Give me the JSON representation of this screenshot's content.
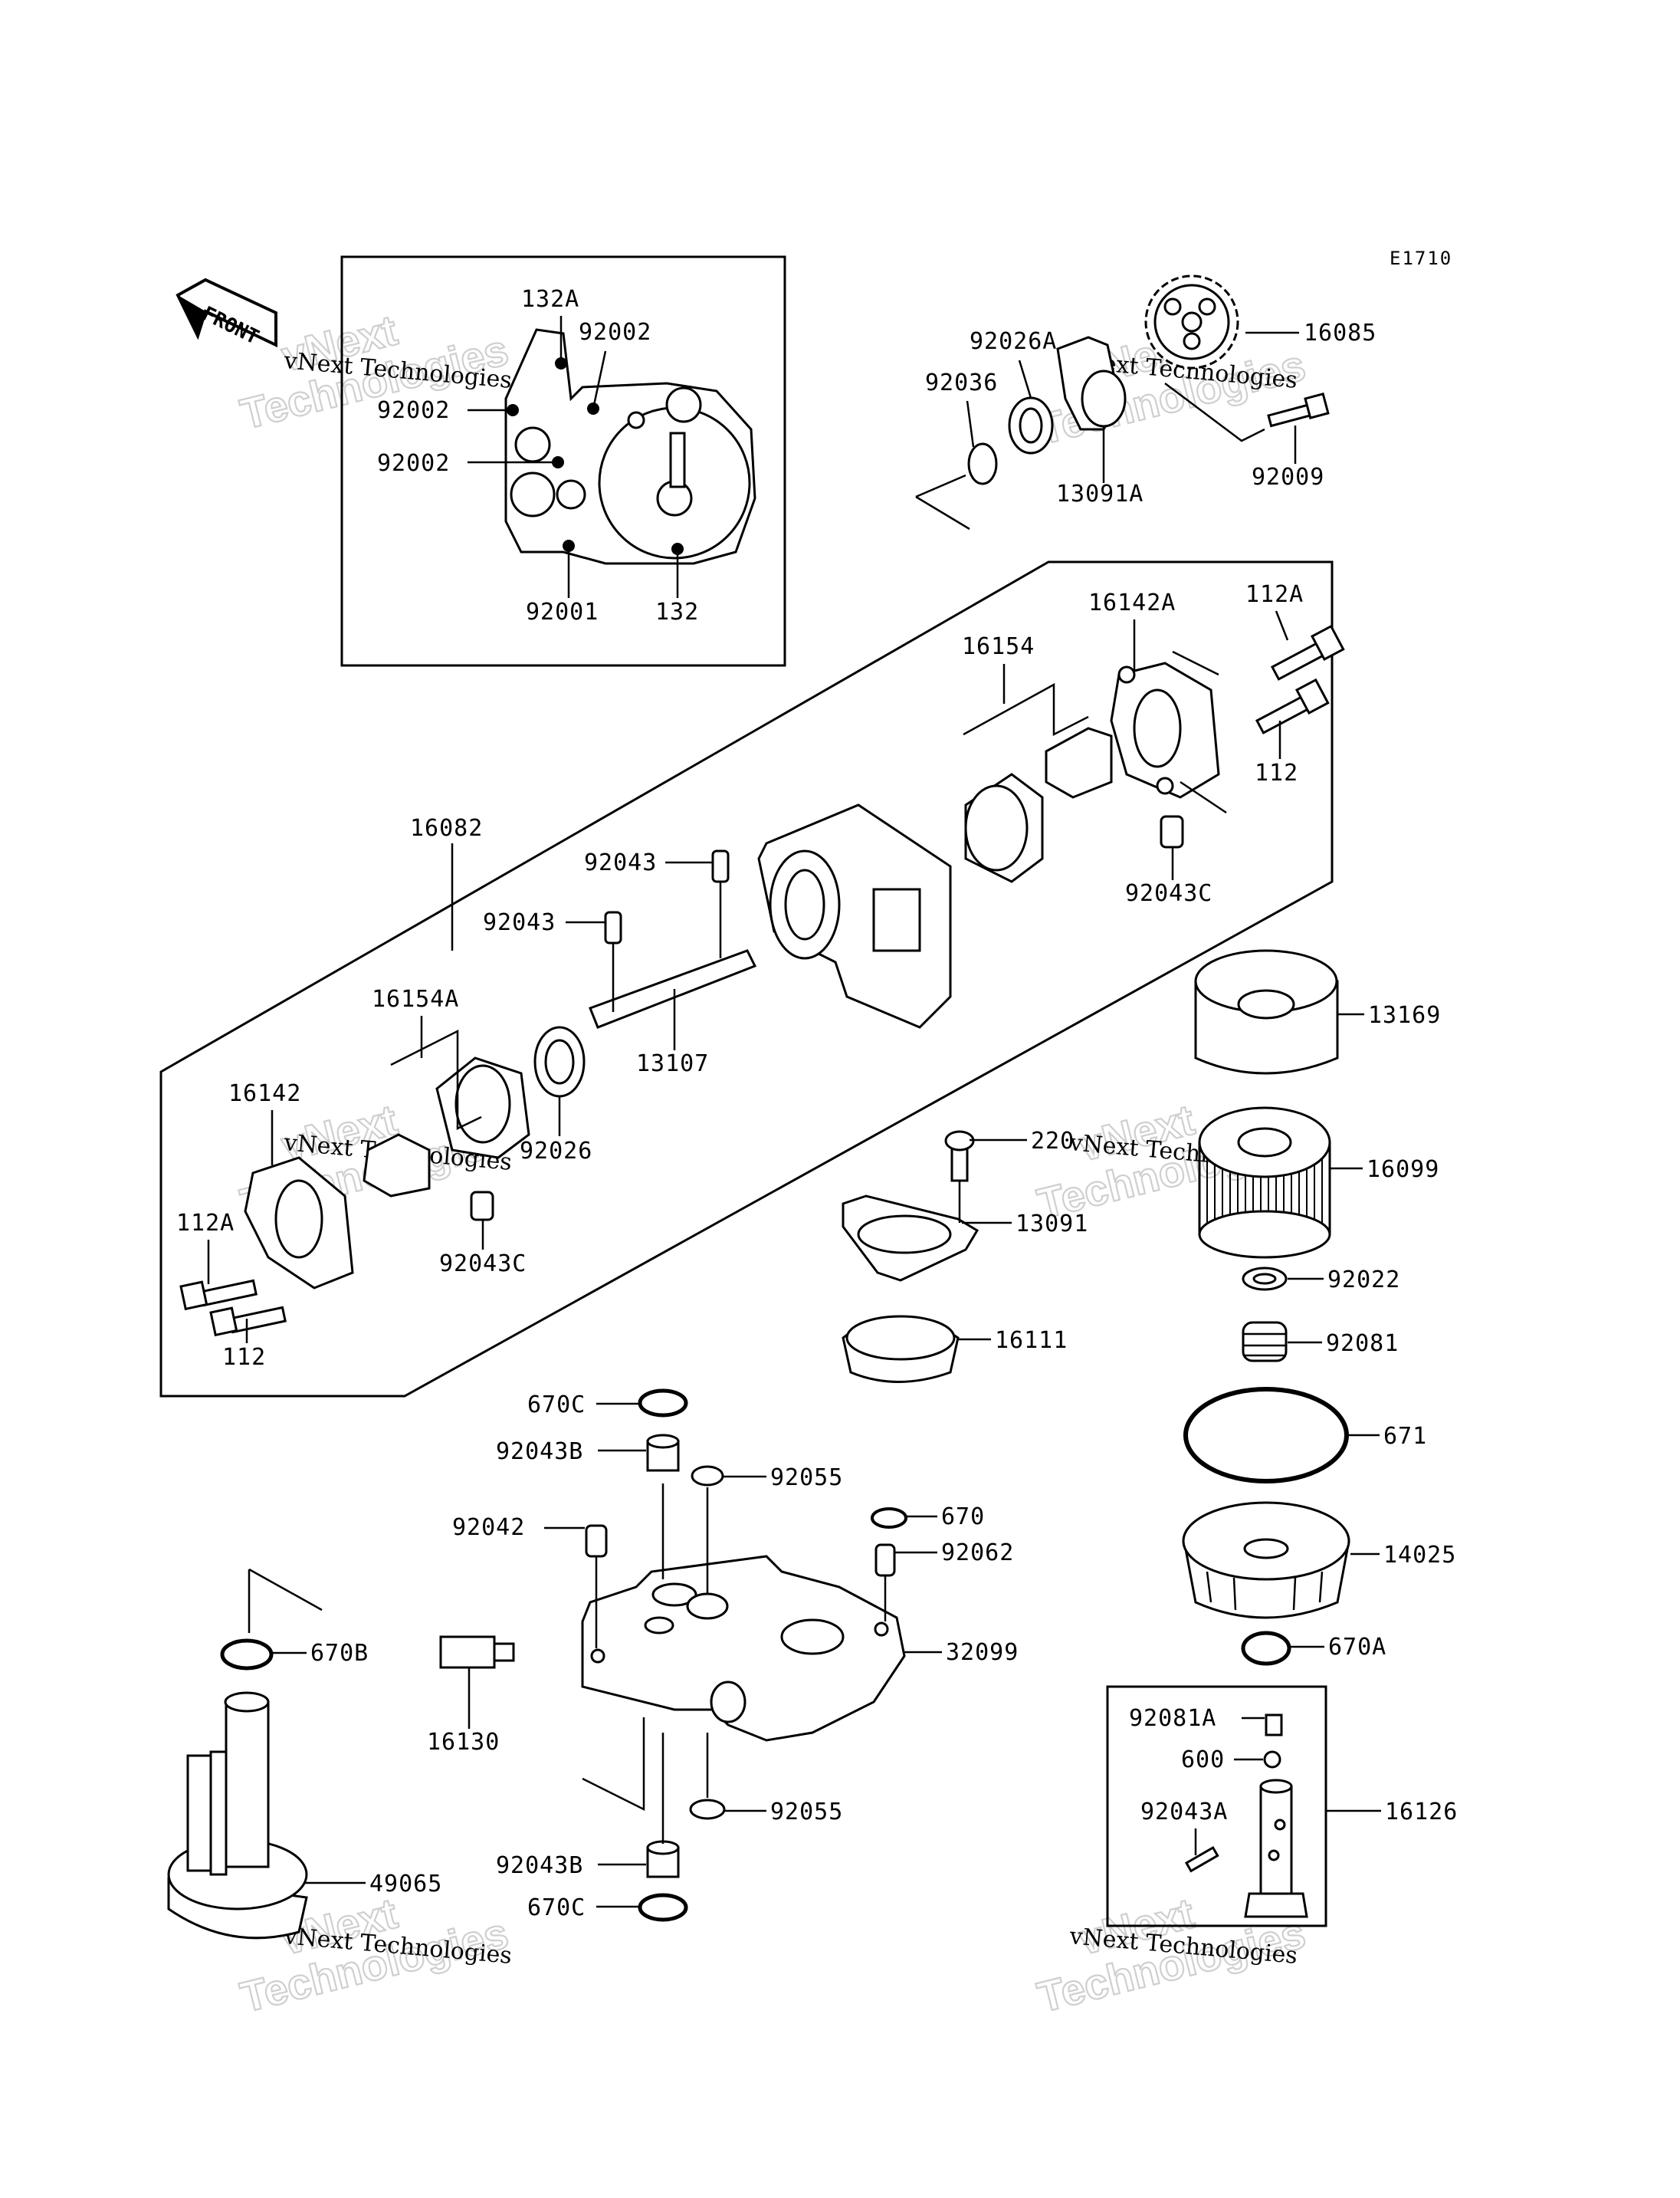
{
  "diagram_code": "E1710",
  "front_label": "FRONT",
  "watermark_company": "vNext Technologies",
  "watermark_word": "Technologies",
  "watermark_brand": "vNext",
  "parts": [
    "132A",
    "92002",
    "92002",
    "92002",
    "92001",
    "132",
    "92026A",
    "92036",
    "16085",
    "13091A",
    "92009",
    "16142A",
    "112A",
    "16154",
    "112",
    "92043C",
    "16082",
    "92043",
    "92043",
    "13107",
    "16154A",
    "16142",
    "92026",
    "112A",
    "92043C",
    "112",
    "13169",
    "220",
    "16099",
    "13091",
    "92022",
    "16111",
    "92081",
    "670C",
    "671",
    "92043B",
    "92055",
    "670",
    "92042",
    "92062",
    "14025",
    "670B",
    "32099",
    "670A",
    "16130",
    "92081A",
    "600",
    "92055",
    "92043A",
    "16126",
    "92043B",
    "49065",
    "670C"
  ]
}
